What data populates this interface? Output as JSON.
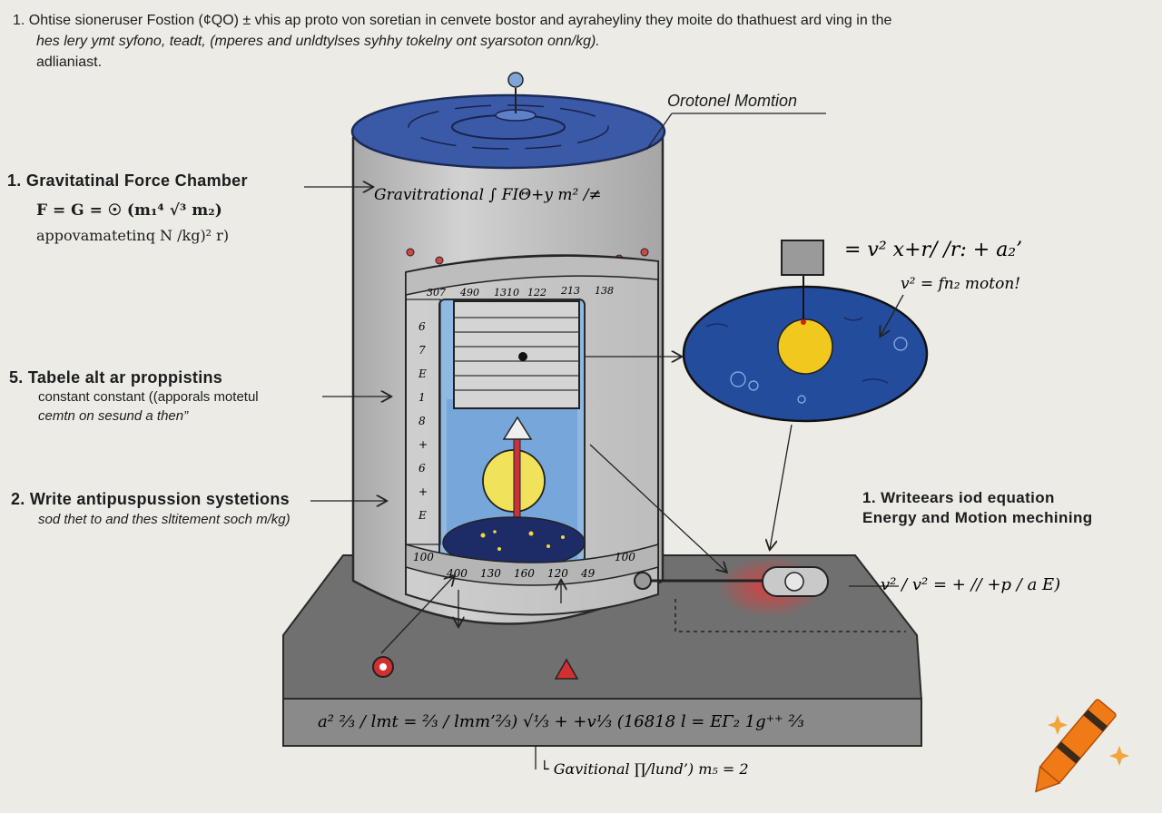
{
  "header": {
    "line1": "1.  Ohtise sioneruser Fostion (¢QO) ± vhis ap proto von soretian in cenvete bostor and ayraheyliny they moite do thathuest ard ving in the",
    "line2": "hes lery ymt syfono, teadt, (mperes and unldtylses syhhy tokelny ont syarsoton onn/kg).",
    "line3": "adlianiast."
  },
  "callouts": {
    "orbital": "Orotonel Momtion",
    "chamber": {
      "title": "1.  Gravitatinal Force Chamber",
      "formula": "F = G = ☉ (m₁⁴ √³ m₂)",
      "note": "appovamatetinq N /kg)² r)"
    },
    "table": {
      "title": "5.  Tabele alt ar proppistins",
      "line1": "constant  constant ((apporals motetul",
      "line2": "cemtn on sesund a then”"
    },
    "write": {
      "title": "2.  Write antipuspussion systetions",
      "line1": "sod thet to and thes sltitement soch m/kg)"
    },
    "energy": {
      "line1": "1.  Writeears iod equation",
      "line2": "Energy and Motion mechining"
    }
  },
  "equations": {
    "cylinder_top": "Gravitrational ∫ FIΘ+y m²  /≠",
    "right_eq1": "= v² x+r/ /r: + a₂’",
    "right_eq2": "v² = fn₂ moton!",
    "base_formula": "a²  ⅔ / lmt = ²⁄₃ / lmm’²⁄₃)   √⅓   + +v⅓  (16818 l = EΓ₂ 1g⁺⁺ ²⁄₃",
    "caption": "└ Gɑvitional ∏/lund’) m₅ = 2",
    "motion_frac": "v² / v² = + // +p / a  E)"
  },
  "scale": {
    "top_numbers": [
      "307",
      "490",
      "1310",
      "122",
      "213",
      "138"
    ],
    "side_numbers": [
      "6",
      "7",
      "E",
      "1",
      "8",
      "+",
      "6",
      "+",
      "E"
    ],
    "bottom_numbers": [
      "100",
      "400",
      "130",
      "160",
      "120",
      "49",
      "100"
    ]
  },
  "colors": {
    "paper": "#ecebe6",
    "water_blue": "#3a5aa8",
    "cylinder_gray": "#b9b9b9",
    "base_gray": "#6f6f6f",
    "planet_yellow": "#f0c81e",
    "rod_red": "#c8323c",
    "crayon_orange": "#f07a16"
  },
  "icons": [
    "crayon-logo-icon",
    "warning-triangle-icon",
    "red-button-icon",
    "pin-icon"
  ]
}
